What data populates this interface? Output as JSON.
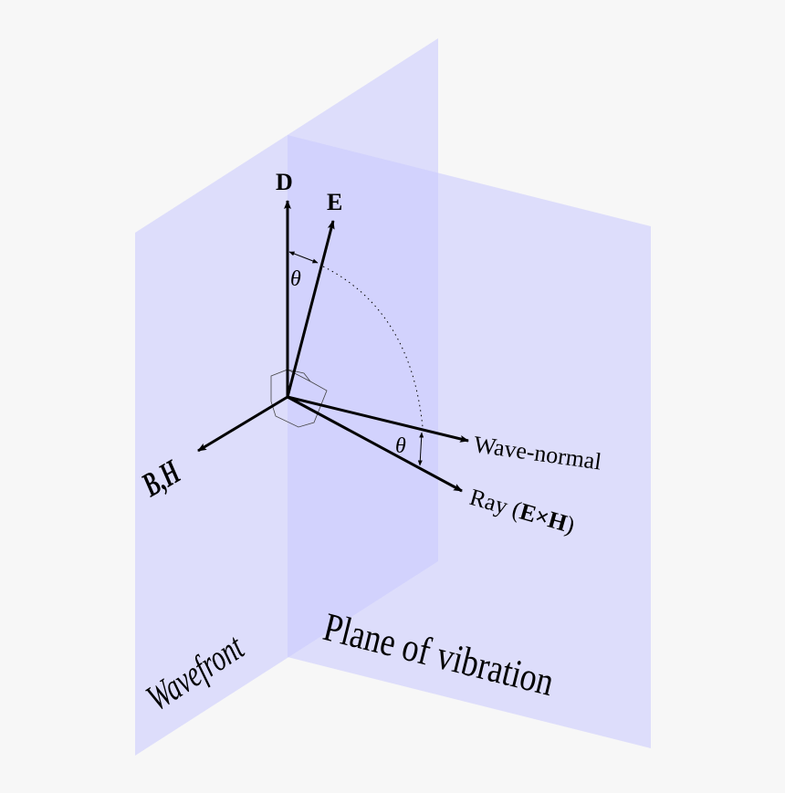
{
  "colors": {
    "background": "#f7f7f7",
    "plane": "#c8c8ff",
    "arrow": "#000000"
  },
  "labels": {
    "D": "D",
    "E": "E",
    "theta_top": "θ",
    "theta_bottom": "θ",
    "BH": "B,H",
    "wave_normal": "Wave-normal",
    "ray_prefix": "Ray (",
    "ray_bold": "E×H",
    "ray_suffix": ")",
    "wavefront": "Wavefront",
    "plane_of_vibration": "Plane of vibration"
  }
}
